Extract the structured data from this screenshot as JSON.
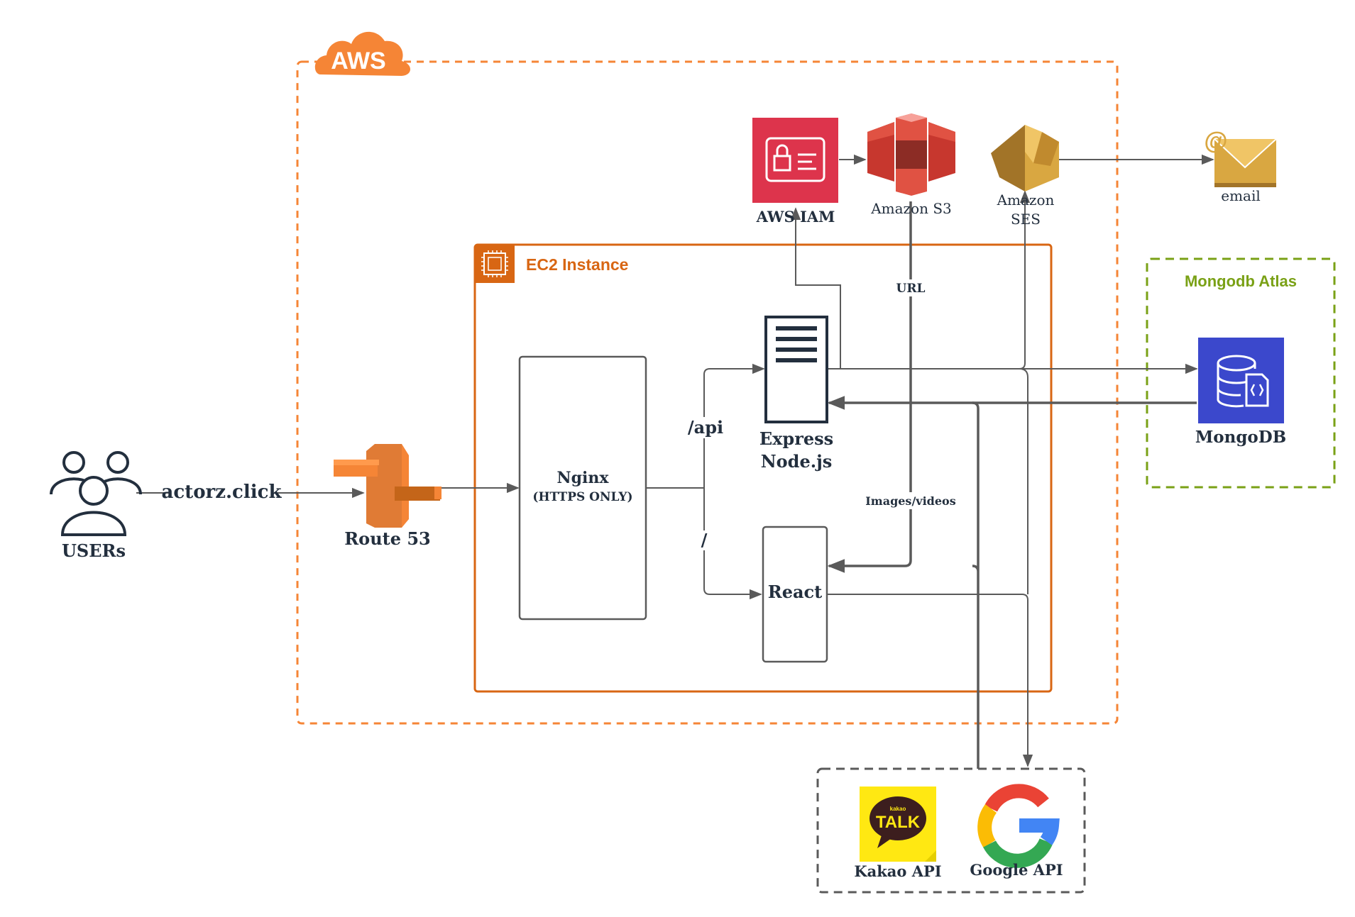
{
  "colors": {
    "aws_orange": "#f58536",
    "ec2_orange": "#d86613",
    "iam_red": "#dd344c",
    "s3_red": "#e05243",
    "ses_gold": "#d9a741",
    "mongodb_blue": "#3b48cc",
    "atlas_green": "#7aa116",
    "line_gray": "#5a5a5a",
    "kakao_yellow": "#ffe812",
    "text_dark": "#232f3e"
  },
  "groups": {
    "aws": {
      "title": "AWS"
    },
    "ec2": {
      "title": "EC2 Instance"
    },
    "atlas": {
      "title": "Mongodb Atlas"
    }
  },
  "nodes": {
    "users": {
      "label": "USERs",
      "icon": "users-icon"
    },
    "route53": {
      "label": "Route 53",
      "icon": "route53-icon"
    },
    "nginx": {
      "label": "Nginx",
      "sublabel": "(HTTPS ONLY)"
    },
    "express": {
      "label_line1": "Express",
      "label_line2": "Node.js",
      "icon": "server-icon"
    },
    "react": {
      "label": "React"
    },
    "iam": {
      "label": "AWS IAM",
      "icon": "iam-icon"
    },
    "s3": {
      "label": "Amazon S3",
      "icon": "s3-bucket-icon"
    },
    "ses": {
      "label_line1": "Amazon",
      "label_line2": "SES",
      "icon": "ses-icon"
    },
    "email": {
      "label": "email",
      "icon": "email-icon"
    },
    "mongodb": {
      "label": "MongoDB",
      "icon": "database-icon"
    },
    "kakao": {
      "label": "Kakao API",
      "icon": "kakaotalk-icon",
      "logo_text": "TALK",
      "logo_small": "kakao"
    },
    "google": {
      "label": "Google API",
      "icon": "google-g-icon"
    }
  },
  "edges": {
    "domain": "actorz.click",
    "api_path": "/api",
    "root_path": "/",
    "url": "URL",
    "media": "Images/videos"
  }
}
